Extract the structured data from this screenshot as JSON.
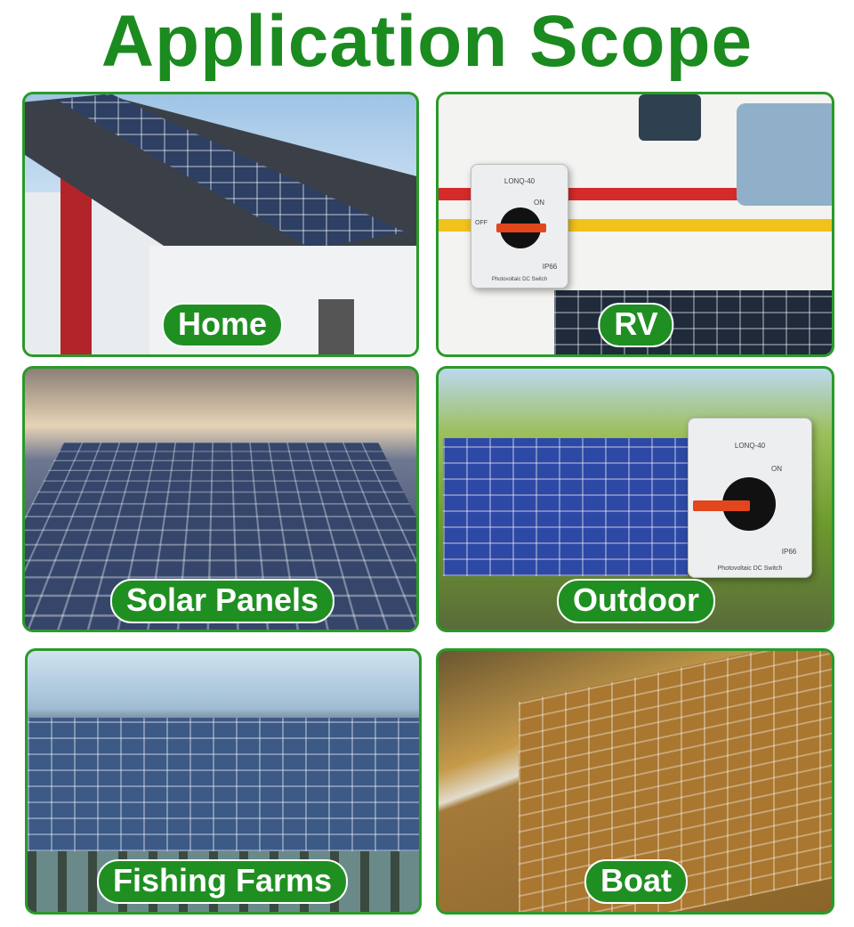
{
  "title": "Application Scope",
  "scenes": [
    {
      "label": "Home"
    },
    {
      "label": "RV"
    },
    {
      "label": "Solar Panels"
    },
    {
      "label": "Outdoor"
    },
    {
      "label": "Fishing Farms"
    },
    {
      "label": "Boat"
    }
  ],
  "switch": {
    "model": "LONQ-40",
    "on": "ON",
    "off": "OFF",
    "rating": "IP66",
    "name": "Photovoltaic DC Switch"
  },
  "colors": {
    "title": "#1b8a1f",
    "label_bg": "#1f8f22",
    "border": "#2a9a2a"
  }
}
